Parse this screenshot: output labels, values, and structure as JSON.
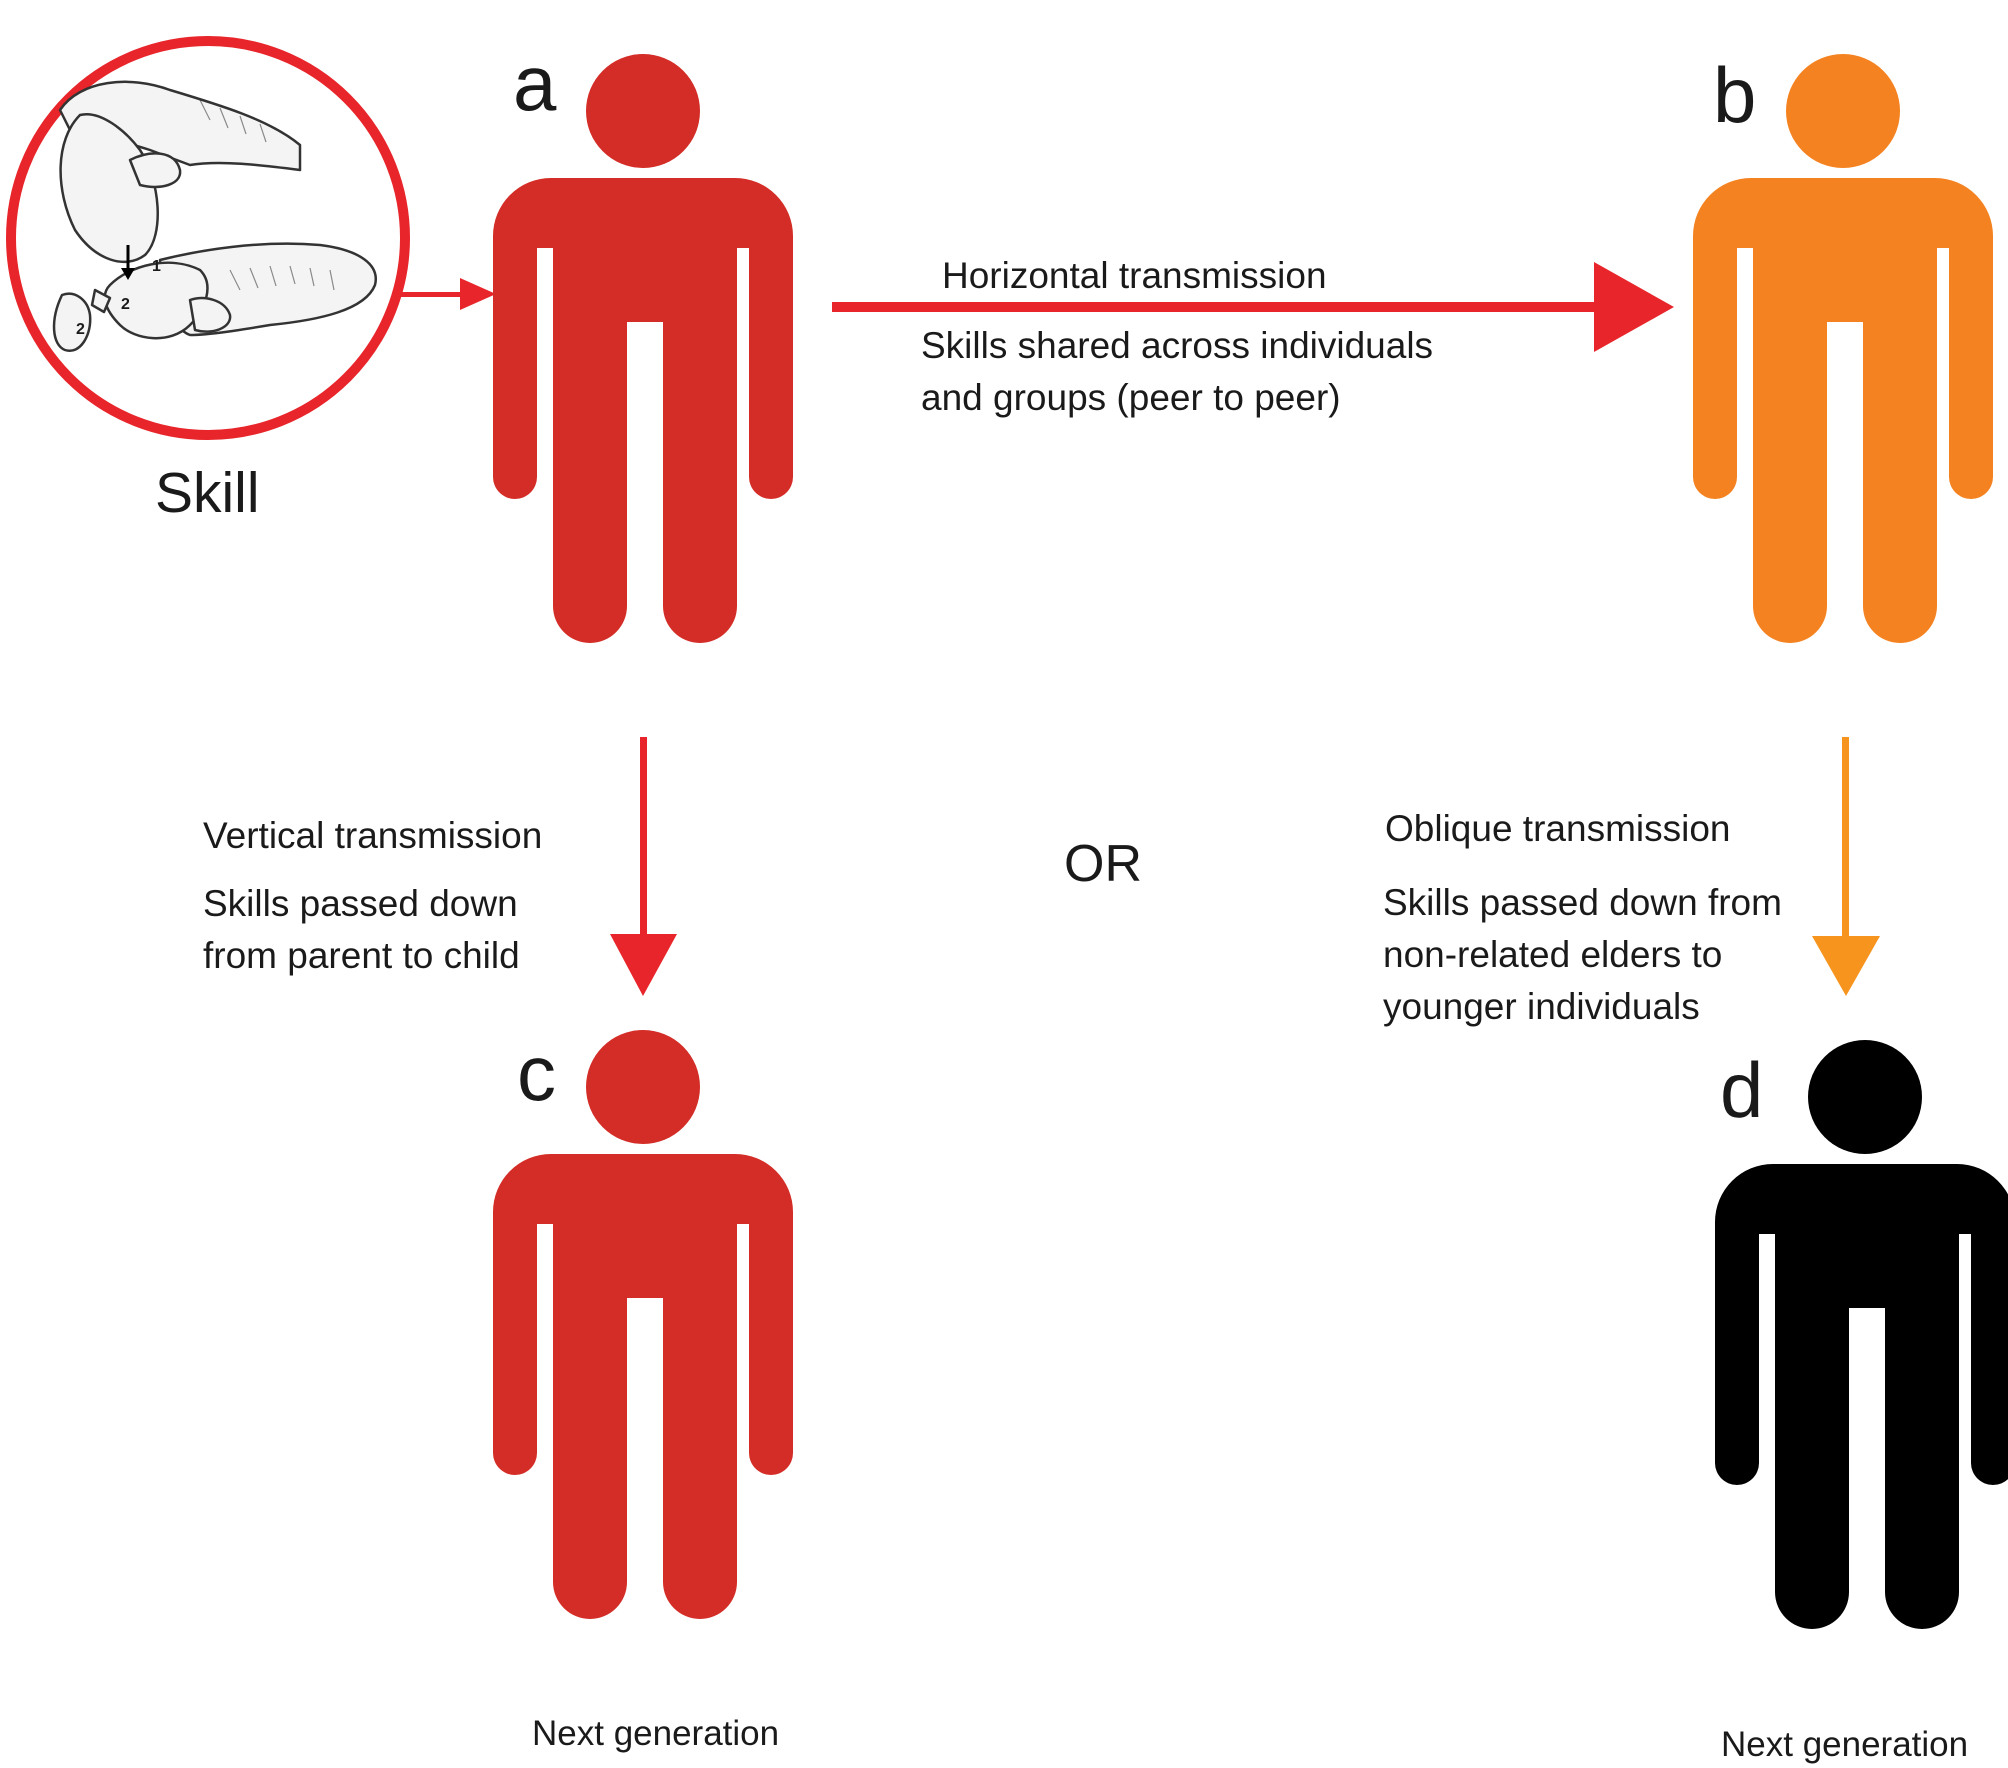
{
  "colors": {
    "red_figure": "#d42d27",
    "orange_figure": "#f58220",
    "black_figure": "#000000",
    "red_arrow": "#e8252b",
    "orange_arrow": "#f7941d",
    "circle": "#e8252b"
  },
  "skill": {
    "label": "Skill",
    "icon": "flint-knapping-hands-icon",
    "step_marks": [
      "1",
      "2",
      "2"
    ]
  },
  "people": [
    {
      "id": "a",
      "letter": "a",
      "color": "#d42d27"
    },
    {
      "id": "b",
      "letter": "b",
      "color": "#f58220"
    },
    {
      "id": "c",
      "letter": "c",
      "color": "#d42d27",
      "caption": "Next generation"
    },
    {
      "id": "d",
      "letter": "d",
      "color": "#000000",
      "caption": "Next generation"
    }
  ],
  "horizontal": {
    "title": "Horizontal transmission",
    "desc": [
      "Skills shared across individuals",
      "and groups (peer to peer)"
    ]
  },
  "vertical": {
    "title": "Vertical transmission",
    "desc": [
      "Skills passed down",
      "from parent to child"
    ]
  },
  "oblique": {
    "title": "Oblique transmission",
    "desc": [
      "Skills passed down from",
      "non-related elders to",
      "younger individuals"
    ]
  },
  "connector": "OR"
}
